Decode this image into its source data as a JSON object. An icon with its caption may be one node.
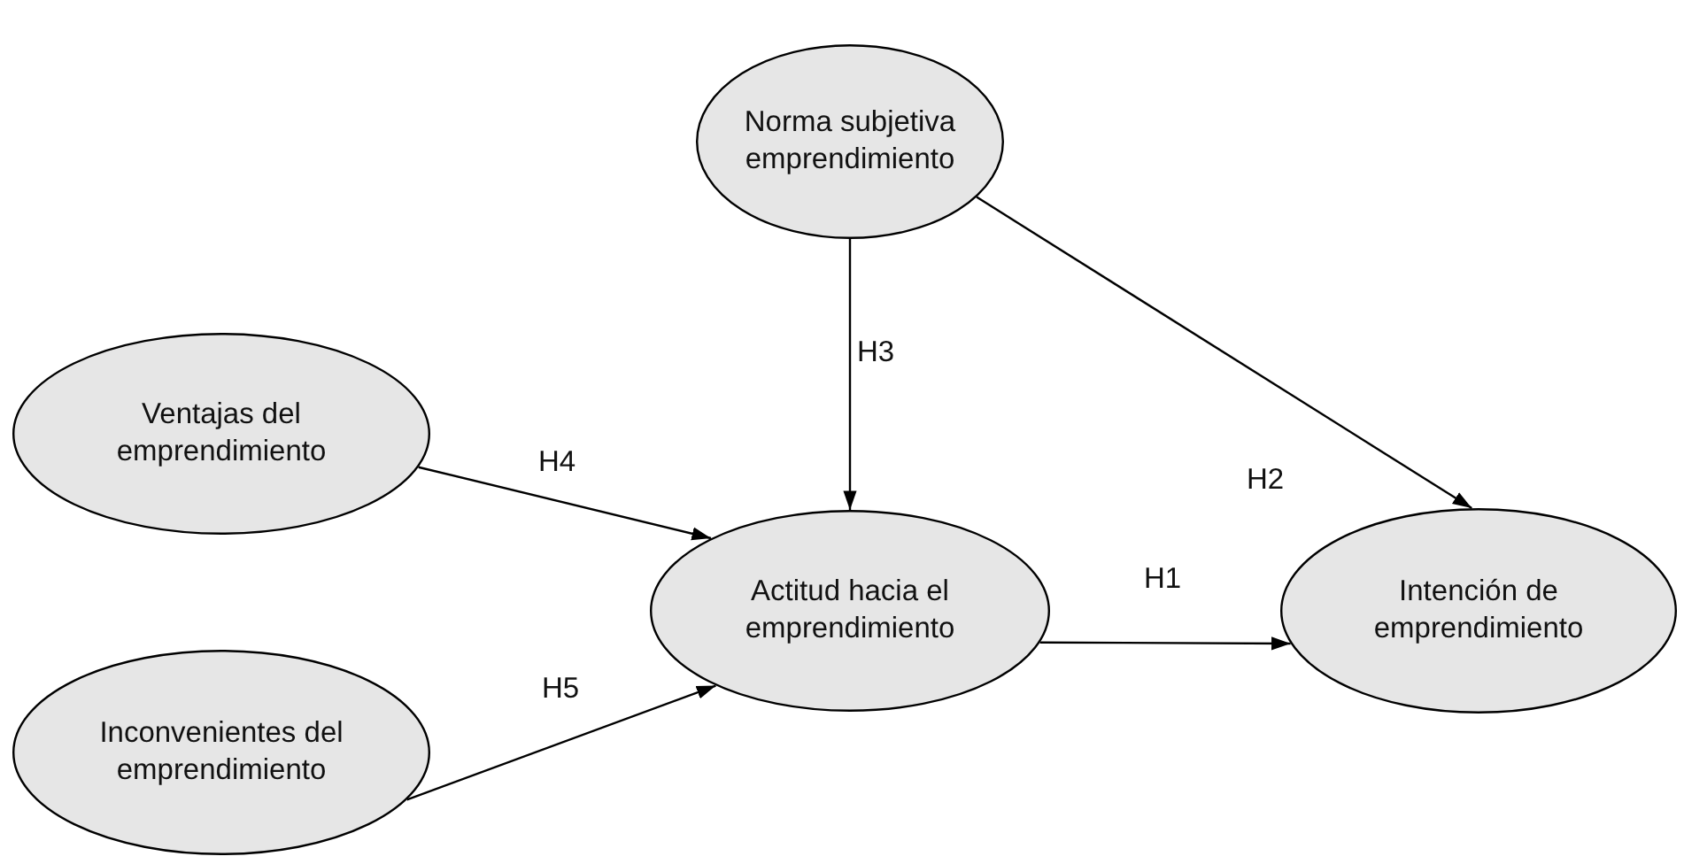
{
  "diagram": {
    "nodes": [
      {
        "text": [
          "Norma subjetiva emprendimiento"
        ]
      },
      {
        "text": [
          "Ventajas del emprendimiento"
        ]
      },
      {
        "text": [
          "Actitud hacia el emprendimiento"
        ]
      },
      {
        "text": [
          "Intención de emprendimiento"
        ]
      },
      {
        "text": [
          "Inconvenientes del emprendimiento"
        ]
      }
    ],
    "edges": [
      {
        "from": 0,
        "to": 3,
        "arrow": "to",
        "label": "H2"
      },
      {
        "from": 0,
        "to": 2,
        "arrow": "to",
        "label": "H3"
      },
      {
        "from": 1,
        "to": 2,
        "arrow": "to",
        "label": "H4"
      },
      {
        "from": 2,
        "to": 3,
        "arrow": "to",
        "label": "H1"
      },
      {
        "from": 4,
        "to": 2,
        "arrow": "to",
        "label": "H5"
      }
    ]
  }
}
